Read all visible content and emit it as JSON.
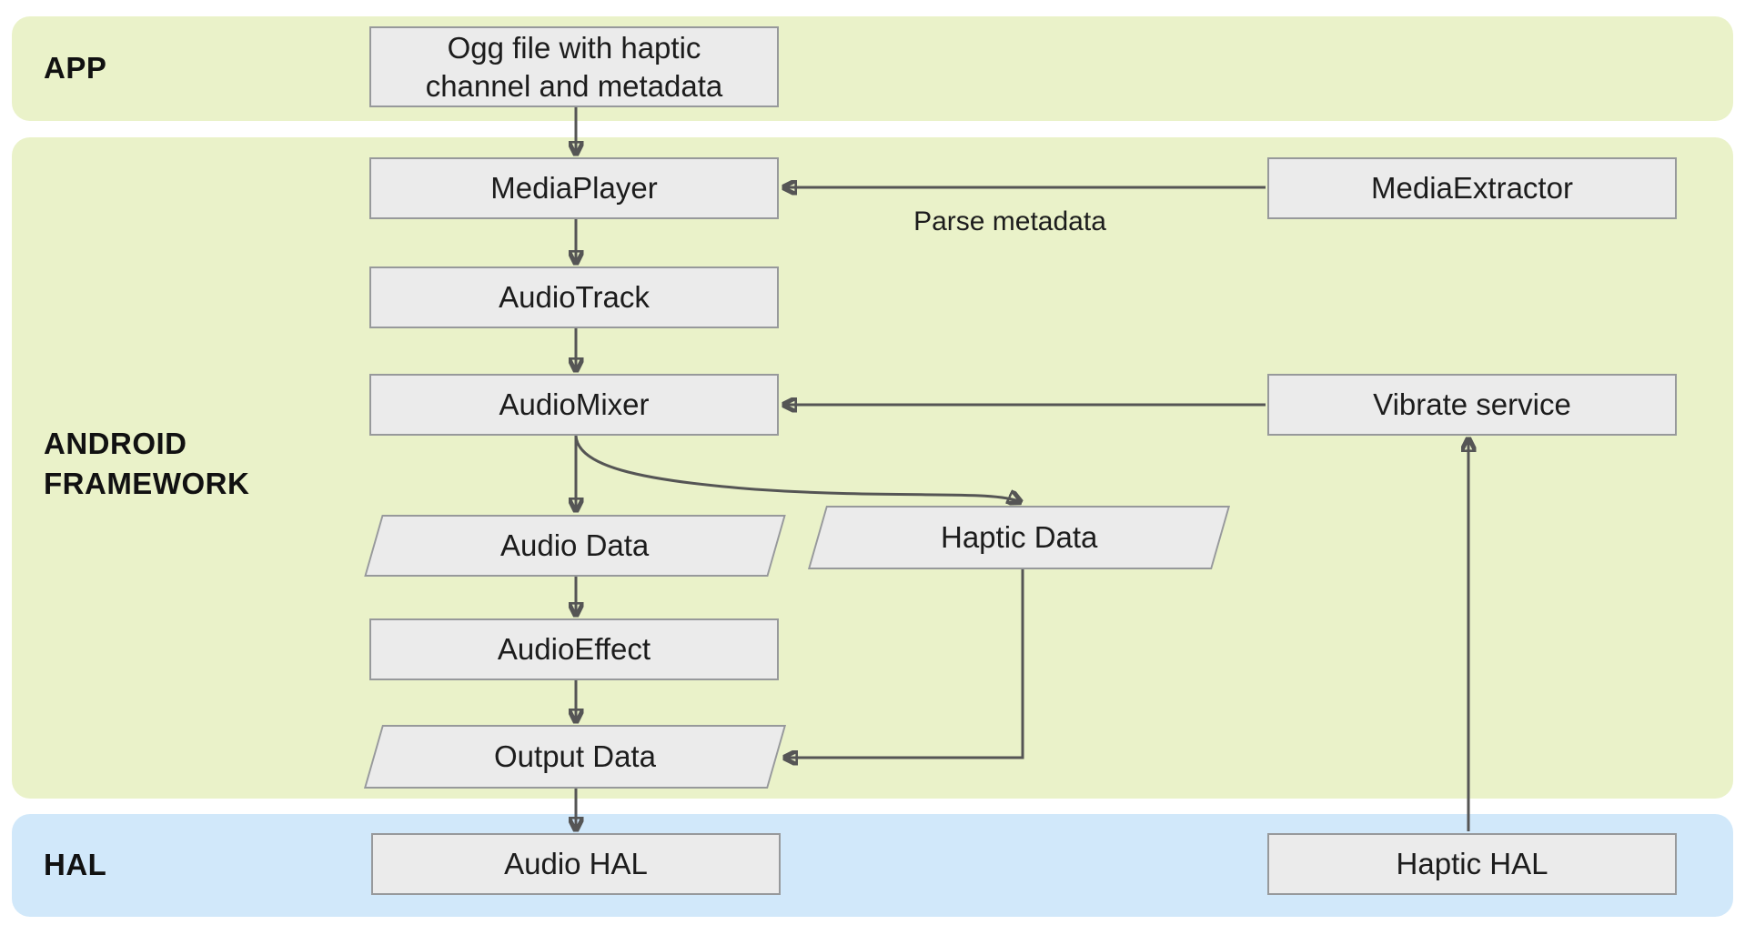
{
  "diagram": {
    "description": "Android framework flow for Ogg haptic playback",
    "bands": {
      "app": {
        "label": "APP"
      },
      "framework": {
        "label_line1": "ANDROID",
        "label_line2": "FRAMEWORK"
      },
      "hal": {
        "label": "HAL"
      }
    },
    "nodes": {
      "ogg_file": {
        "label_line1": "Ogg file with haptic",
        "label_line2": "channel and metadata",
        "shape": "rectangle",
        "band": "APP"
      },
      "media_player": {
        "label": "MediaPlayer",
        "shape": "rectangle",
        "band": "ANDROID FRAMEWORK"
      },
      "audio_track": {
        "label": "AudioTrack",
        "shape": "rectangle",
        "band": "ANDROID FRAMEWORK"
      },
      "audio_mixer": {
        "label": "AudioMixer",
        "shape": "rectangle",
        "band": "ANDROID FRAMEWORK"
      },
      "audio_data": {
        "label": "Audio Data",
        "shape": "parallelogram",
        "band": "ANDROID FRAMEWORK"
      },
      "audio_effect": {
        "label": "AudioEffect",
        "shape": "rectangle",
        "band": "ANDROID FRAMEWORK"
      },
      "output_data": {
        "label": "Output Data",
        "shape": "parallelogram",
        "band": "ANDROID FRAMEWORK"
      },
      "audio_hal": {
        "label": "Audio HAL",
        "shape": "rectangle",
        "band": "HAL"
      },
      "media_extractor": {
        "label": "MediaExtractor",
        "shape": "rectangle",
        "band": "ANDROID FRAMEWORK"
      },
      "vibrate_service": {
        "label": "Vibrate service",
        "shape": "rectangle",
        "band": "ANDROID FRAMEWORK"
      },
      "haptic_data": {
        "label": "Haptic Data",
        "shape": "parallelogram",
        "band": "ANDROID FRAMEWORK"
      },
      "haptic_hal": {
        "label": "Haptic HAL",
        "shape": "rectangle",
        "band": "HAL"
      }
    },
    "edges": [
      {
        "from": "ogg_file",
        "to": "media_player"
      },
      {
        "from": "media_player",
        "to": "audio_track"
      },
      {
        "from": "audio_track",
        "to": "audio_mixer"
      },
      {
        "from": "audio_mixer",
        "to": "audio_data"
      },
      {
        "from": "audio_mixer",
        "to": "haptic_data"
      },
      {
        "from": "audio_data",
        "to": "audio_effect"
      },
      {
        "from": "audio_effect",
        "to": "output_data"
      },
      {
        "from": "output_data",
        "to": "audio_hal"
      },
      {
        "from": "media_extractor",
        "to": "media_player",
        "label": "Parse metadata"
      },
      {
        "from": "vibrate_service",
        "to": "audio_mixer"
      },
      {
        "from": "haptic_data",
        "to": "output_data"
      },
      {
        "from": "haptic_hal",
        "to": "vibrate_service"
      }
    ],
    "edge_labels": {
      "parse_metadata": "Parse metadata"
    },
    "colors": {
      "band_green": "#eaf2c9",
      "band_blue": "#d1e8fa",
      "node_fill": "#ebebeb",
      "node_border": "#97999b",
      "arrow": "#555555",
      "text": "#1c1c1c"
    }
  }
}
